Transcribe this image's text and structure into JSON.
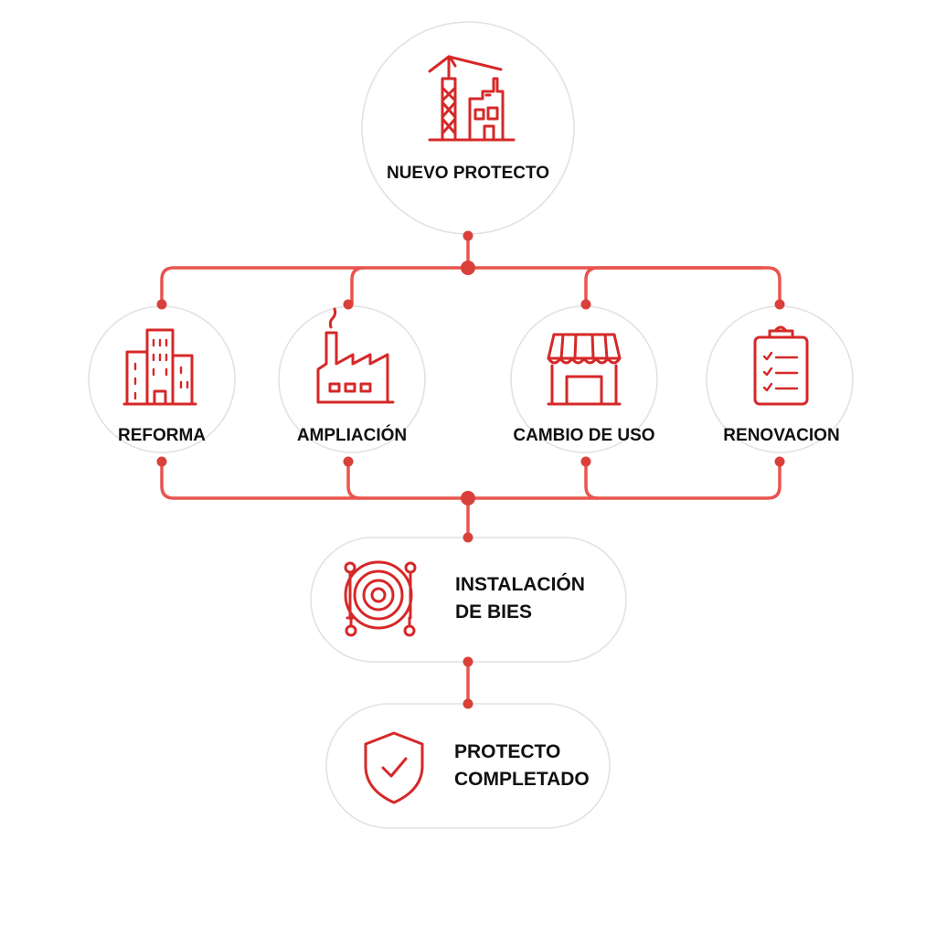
{
  "nodes": {
    "nuevo_proyecto": {
      "label": "NUEVO PROTECTO",
      "icon": "construction-building-icon"
    },
    "reforma": {
      "label": "REFORMA",
      "icon": "office-building-icon"
    },
    "ampliacion": {
      "label": "AMPLIACIÓN",
      "icon": "factory-icon"
    },
    "cambio_de_uso": {
      "label": "CAMBIO DE USO",
      "icon": "storefront-icon"
    },
    "renovacion": {
      "label": "RENOVACION",
      "icon": "clipboard-checklist-icon"
    },
    "instalacion_bies": {
      "label_line1": "INSTALACIÓN",
      "label_line2": "DE BIES",
      "icon": "fire-hose-reel-icon"
    },
    "proyecto_completado": {
      "label_line1": "PROTECTO",
      "label_line2": "COMPLETADO",
      "icon": "shield-check-icon"
    }
  },
  "colors": {
    "accent": "#d62828",
    "connector": "#e8554e",
    "node_border": "#e2e2e2",
    "text": "#111111"
  }
}
